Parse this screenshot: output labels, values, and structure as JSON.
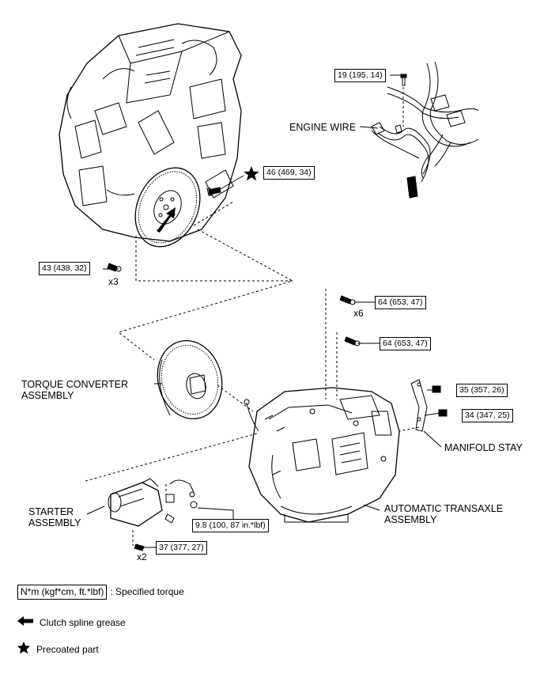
{
  "labels": {
    "engine_wire": "ENGINE WIRE",
    "torque_converter": "TORQUE CONVERTER\nASSEMBLY",
    "starter": "STARTER\nASSEMBLY",
    "manifold_stay": "MANIFOLD STAY",
    "automatic_transaxle": "AUTOMATIC TRANSAXLE\nASSEMBLY"
  },
  "torques": {
    "t19": "19 (195, 14)",
    "t46": "46 (469, 34)",
    "t43": "43 (438, 32)",
    "t64a": "64 (653, 47)",
    "t64b": "64 (653, 47)",
    "t35": "35 (357, 26)",
    "t34": "34 (347, 25)",
    "t98": "9.8 (100, 87 in.*lbf)",
    "t37": "37 (377, 27)"
  },
  "multipliers": {
    "x3": "x3",
    "x6": "x6",
    "x2": "x2"
  },
  "legend": {
    "torque_box": "N*m (kgf*cm, ft.*lbf)",
    "torque_text": ": Specified torque",
    "grease_text": "Clutch spline grease",
    "precoat_text": "Precoated part"
  },
  "icons": [
    "arrow-left-icon",
    "star-icon"
  ]
}
